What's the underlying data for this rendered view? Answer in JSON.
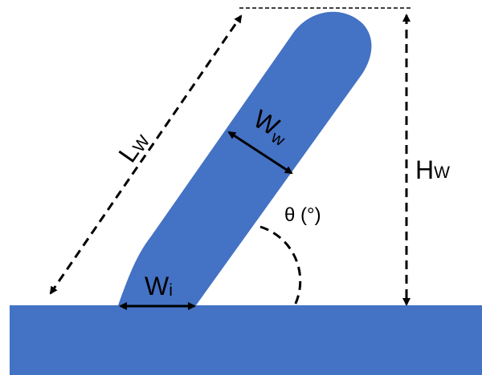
{
  "colors": {
    "structure": "#4472C4",
    "annotation": "#000000",
    "background": "#ffffff"
  },
  "labels": {
    "length": {
      "main": "L",
      "sub": "W"
    },
    "height": {
      "main": "H",
      "sub": "W"
    },
    "wall_width": {
      "main": "W",
      "sub": "w"
    },
    "interface_width": {
      "main": "W",
      "sub": "i"
    },
    "angle": "θ (°)"
  }
}
